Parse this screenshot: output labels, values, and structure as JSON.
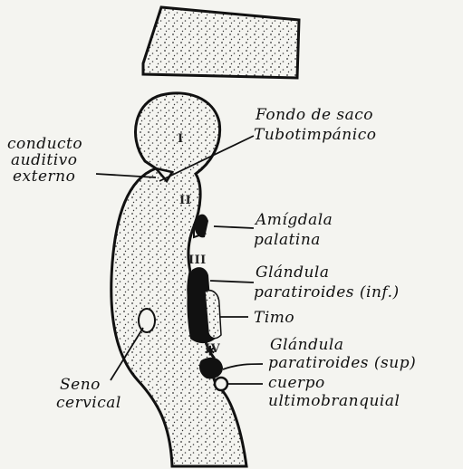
{
  "labels": {
    "fondo_line1": "Fondo de saco",
    "fondo_line2": "Tubotimpánico",
    "conducto_line1": "conducto",
    "conducto_line2": "auditivo",
    "conducto_line3": "externo",
    "amigdala_line1": "Amígdala",
    "amigdala_line2": "palatina",
    "paratiroides_inf_line1": "Glándula",
    "paratiroides_inf_line2": "paratiroides (inf.)",
    "timo": "Timo",
    "paratiroides_sup_line1": "Glándula",
    "paratiroides_sup_line2": "paratiroides (sup)",
    "ultimobranquial_line1": "cuerpo",
    "ultimobranquial_line2": "ultimobranquial",
    "seno_line1": "Seno",
    "seno_line2": "cervical"
  },
  "pouch_numerals": {
    "I": "I",
    "II": "II",
    "III": "III",
    "IV": "IV"
  }
}
